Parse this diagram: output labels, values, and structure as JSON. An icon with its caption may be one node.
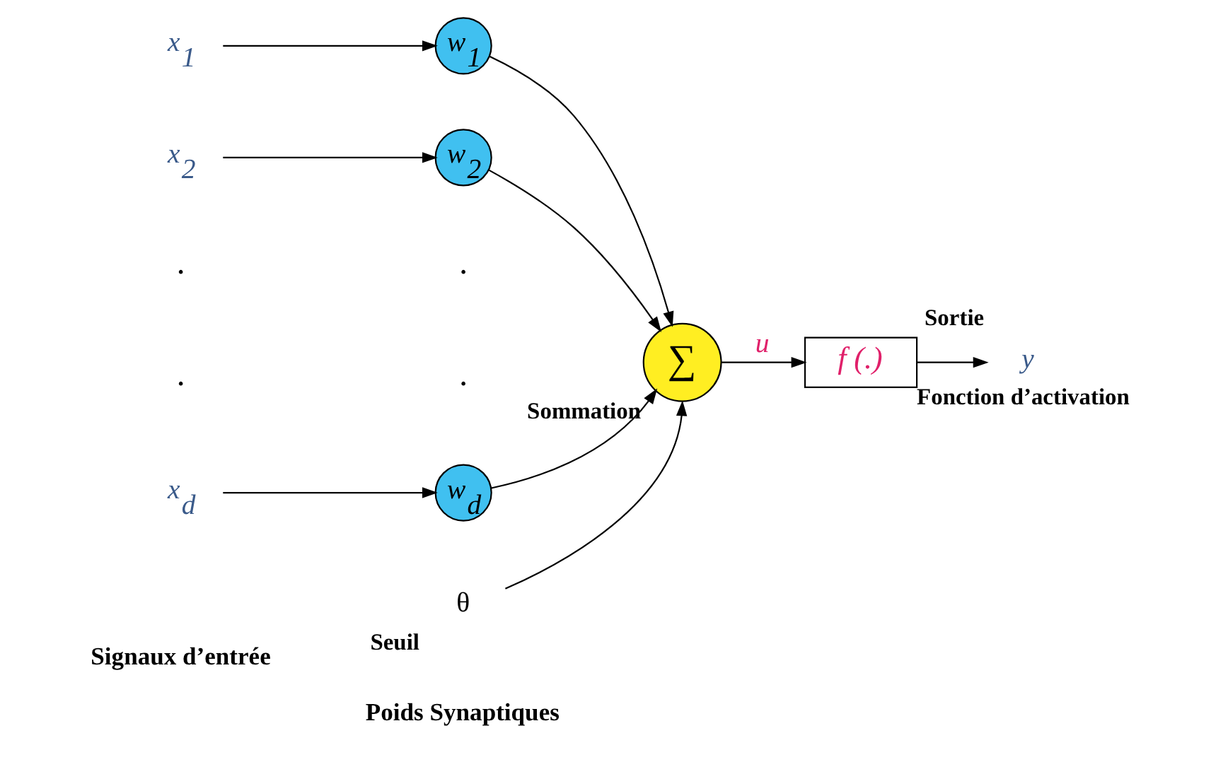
{
  "diagram": {
    "nodes": [
      {
        "text": [
          "x$_{1}$"
        ]
      },
      {
        "text": [
          "w$_{1}$"
        ]
      },
      {
        "text": [
          "x$_{2}$"
        ]
      },
      {
        "text": [
          "w$_{2}$"
        ]
      },
      {
        "text": [
          "x$_{d}$"
        ]
      },
      {
        "text": [
          "w$_{d}$"
        ]
      },
      {
        "text": [
          "∑"
        ],
        "beside": [
          "Sommation"
        ]
      },
      {
        "text": [
          "f (.)"
        ],
        "beside": [
          "Fonction d’activation"
        ]
      },
      {
        "text": [
          "y"
        ],
        "beside": [
          "Sortie"
        ]
      },
      {
        "text": [
          "θ"
        ],
        "beside": [
          "Seuil"
        ]
      }
    ],
    "edges": [
      {
        "from": 0,
        "to": 1,
        "arrow": "to"
      },
      {
        "from": 2,
        "to": 3,
        "arrow": "to"
      },
      {
        "from": 4,
        "to": 5,
        "arrow": "to"
      },
      {
        "from": 1,
        "to": 6,
        "arrow": "to"
      },
      {
        "from": 3,
        "to": 6,
        "arrow": "to"
      },
      {
        "from": 5,
        "to": 6,
        "arrow": "to"
      },
      {
        "from": 9,
        "to": 6,
        "arrow": "to"
      },
      {
        "from": 6,
        "to": 7,
        "arrow": "to",
        "label": "u"
      },
      {
        "from": 7,
        "to": 8,
        "arrow": "to"
      }
    ],
    "labels": [
      ".",
      ".",
      ".",
      ".",
      "Signaux d’entrée",
      "Poids Synaptiques"
    ]
  }
}
